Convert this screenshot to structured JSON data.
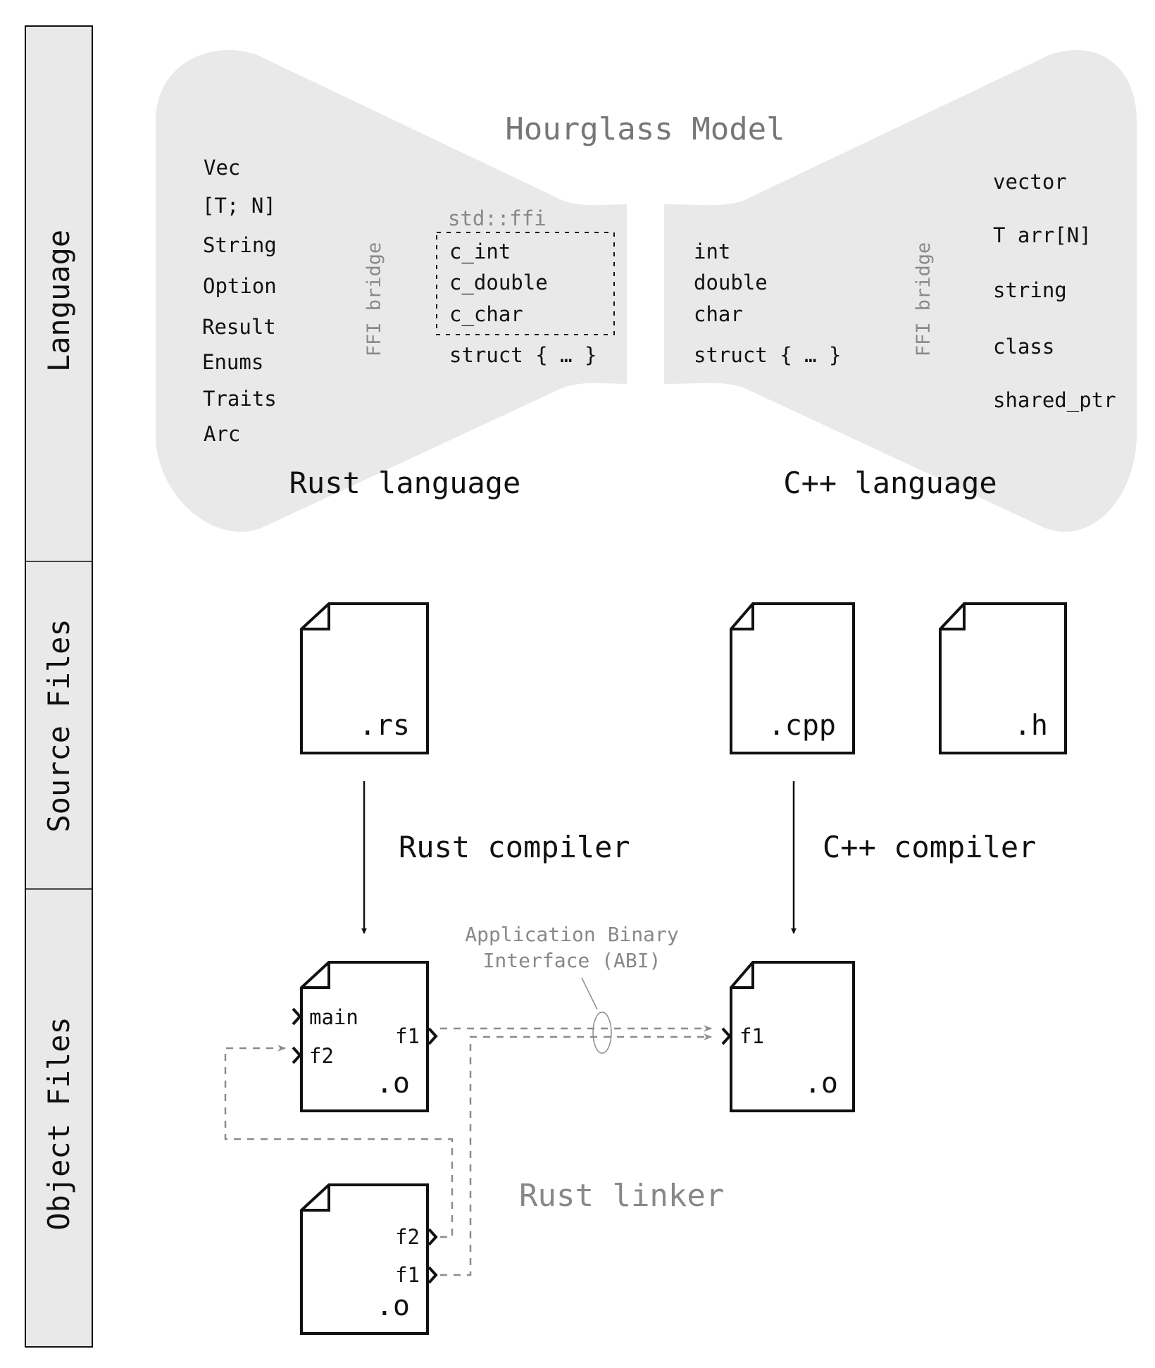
{
  "lanes": [
    {
      "label": "Language"
    },
    {
      "label": "Source Files"
    },
    {
      "label": "Object Files"
    }
  ],
  "hourglass": {
    "title": "Hourglass Model",
    "fill_color": "#e9e9e9",
    "rust": {
      "label": "Rust language",
      "types": [
        "Vec",
        "[T; N]",
        "String",
        "Option",
        "Result",
        "Enums",
        "Traits",
        "Arc"
      ],
      "bridge_label": "FFI bridge",
      "ffi_namespace": "std::ffi",
      "ffi_types": [
        "c_int",
        "c_double",
        "c_char"
      ],
      "struct_label": "struct { … }"
    },
    "cpp": {
      "label": "C++ language",
      "core_types": [
        "int",
        "double",
        "char"
      ],
      "struct_label": "struct { … }",
      "bridge_label": "FFI bridge",
      "types": [
        "vector",
        "T arr[N]",
        "string",
        "class",
        "shared_ptr"
      ]
    }
  },
  "source_files": {
    "rust": {
      "ext": ".rs"
    },
    "cpp": {
      "ext": ".cpp"
    },
    "header": {
      "ext": ".h"
    }
  },
  "compilers": {
    "rust": "Rust compiler",
    "cpp": "C++ compiler"
  },
  "object_files": {
    "rust_main": {
      "ext": ".o",
      "imports": [
        "main",
        "f2"
      ],
      "exports": [
        "f1"
      ]
    },
    "cpp": {
      "ext": ".o",
      "imports": [
        "f1"
      ]
    },
    "rust_lib": {
      "ext": ".o",
      "exports": [
        "f2",
        "f1"
      ]
    }
  },
  "abi_label_line1": "Application Binary",
  "abi_label_line2": "Interface (ABI)",
  "linker_label": "Rust linker",
  "colors": {
    "ink": "#111111",
    "muted": "#888888",
    "dashed_link": "#8c8c8c",
    "lane_fill": "#e9e9e9"
  }
}
